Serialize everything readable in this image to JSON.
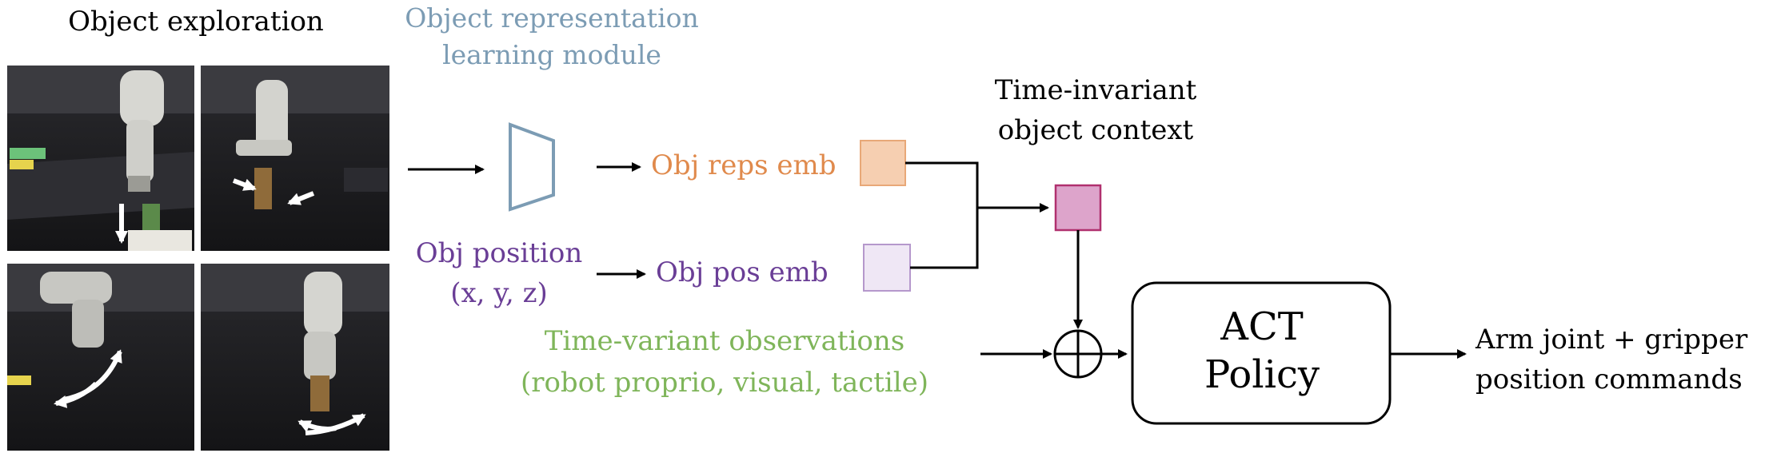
{
  "left": {
    "title": "Object exploration"
  },
  "module": {
    "line1": "Object representation",
    "line2": "learning module"
  },
  "embeddings": {
    "reps": "Obj reps emb",
    "pos": "Obj pos emb"
  },
  "position": {
    "line1": "Obj position",
    "line2": "(x, y, z)"
  },
  "context": {
    "line1": "Time-invariant",
    "line2": "object context"
  },
  "observations": {
    "line1": "Time-variant observations",
    "line2": "(robot proprio, visual, tactile)"
  },
  "policy": {
    "line1": "ACT",
    "line2": "Policy"
  },
  "output": {
    "line1": "Arm joint + gripper",
    "line2": "position commands"
  },
  "colors": {
    "module_blue": "#7c9cb4",
    "reps_orange": "#e08a4c",
    "reps_fill": "#f6cfb1",
    "pos_purple": "#6a3e96",
    "pos_fill": "#efe7f5",
    "pos_stroke": "#b598cc",
    "context_fill": "#dda4cb",
    "context_stroke": "#b0306e",
    "obs_green": "#7fb55a"
  }
}
